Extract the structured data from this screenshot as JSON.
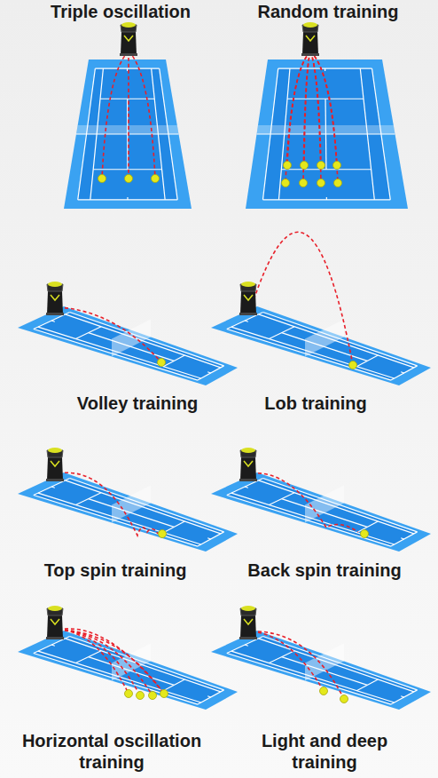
{
  "diagram": {
    "labels": [
      "Triple oscillation",
      "Random training",
      "Volley training",
      "Lob training",
      "Top spin training",
      "Back spin training",
      "Horizontal oscillation training",
      "Light and deep training"
    ]
  }
}
